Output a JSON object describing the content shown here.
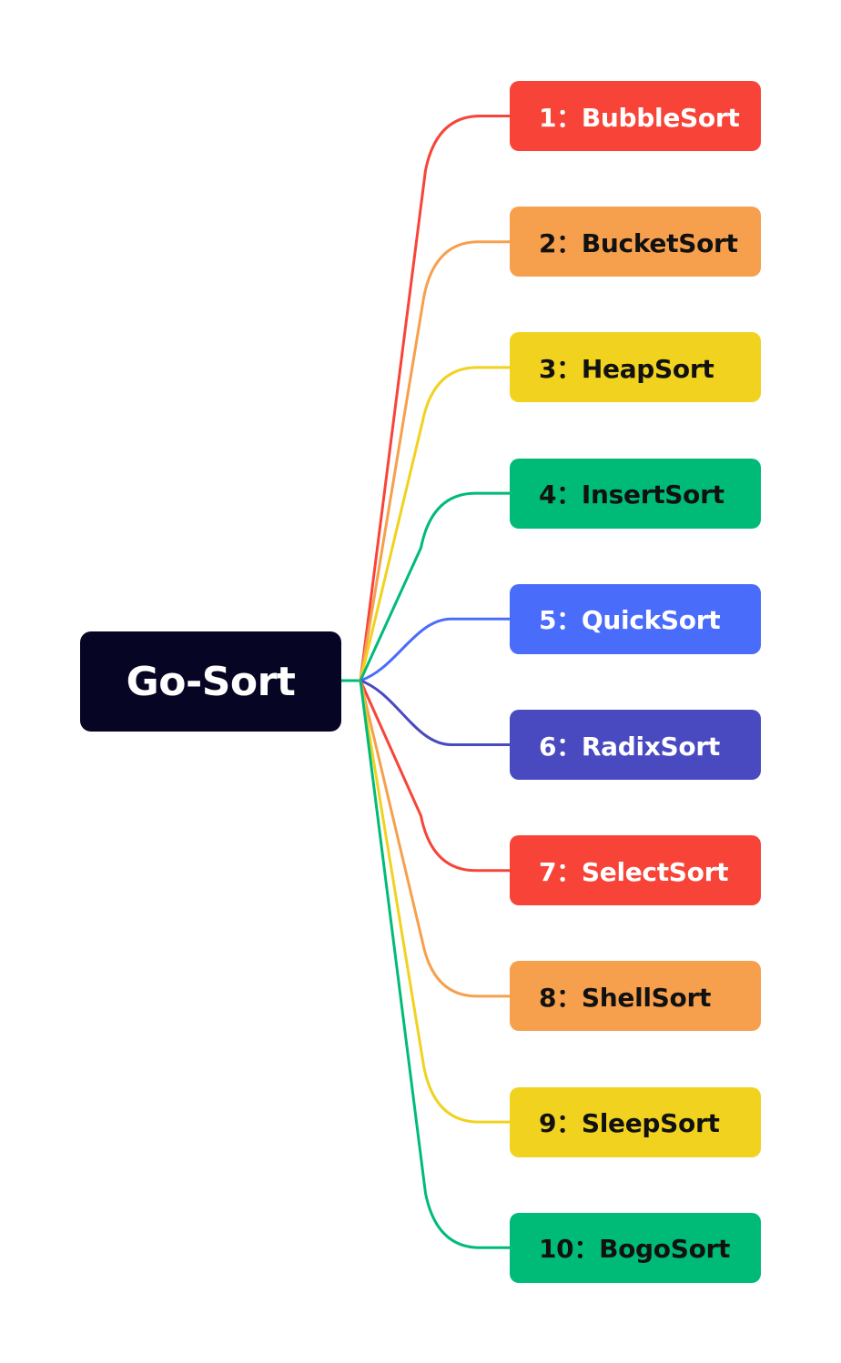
{
  "root": {
    "label": "Go-Sort",
    "color": "#060624",
    "text_color": "#ffffff"
  },
  "branches": [
    {
      "label": "1：BubbleSort",
      "color": "#f84438",
      "text_color": "#ffffff"
    },
    {
      "label": "2：BucketSort",
      "color": "#f6a04d",
      "text_color": "#111111"
    },
    {
      "label": "3：HeapSort",
      "color": "#f0d21f",
      "text_color": "#111111"
    },
    {
      "label": "4：InsertSort",
      "color": "#00bb78",
      "text_color": "#111111"
    },
    {
      "label": "5：QuickSort",
      "color": "#4a6cfb",
      "text_color": "#ffffff"
    },
    {
      "label": "6：RadixSort",
      "color": "#4a4ac0",
      "text_color": "#ffffff"
    },
    {
      "label": "7：SelectSort",
      "color": "#f84438",
      "text_color": "#ffffff"
    },
    {
      "label": "8：ShellSort",
      "color": "#f6a04d",
      "text_color": "#111111"
    },
    {
      "label": "9：SleepSort",
      "color": "#f0d21f",
      "text_color": "#111111"
    },
    {
      "label": "10：BogoSort",
      "color": "#00bb78",
      "text_color": "#111111"
    }
  ]
}
